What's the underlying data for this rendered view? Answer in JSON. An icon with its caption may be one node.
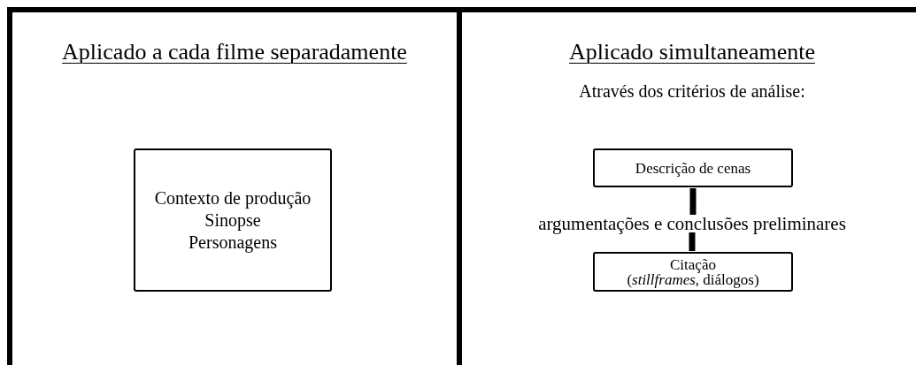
{
  "diagram": {
    "nodes": [
      {
        "text": [
          "Aplicado a cada filme separadamente"
        ]
      },
      {
        "text": [
          "Contexto de produção",
          "Sinopse",
          "Personagens"
        ],
        "in": 0
      },
      {
        "text": [
          "Aplicado simultaneamente",
          "Através dos critérios de análise:"
        ]
      },
      {
        "text": [
          "Descrição de cenas"
        ],
        "in": 2
      },
      {
        "text": [
          "argumentações e conclusões preliminares"
        ],
        "in": 2
      },
      {
        "text": [
          "Citação",
          "(*stillframes*, diálogos)"
        ],
        "in": 2
      }
    ],
    "edges": [
      {
        "from": 3,
        "to": 4,
        "arrow": "none"
      },
      {
        "from": 4,
        "to": 5,
        "arrow": "none"
      }
    ]
  }
}
